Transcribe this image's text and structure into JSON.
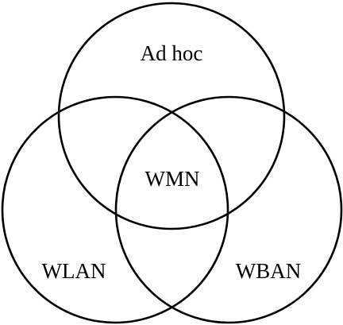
{
  "diagram": {
    "type": "venn",
    "sets": [
      {
        "id": "top",
        "label": "Ad hoc"
      },
      {
        "id": "left",
        "label": "WLAN"
      },
      {
        "id": "right",
        "label": "WBAN"
      }
    ],
    "intersection_label": "WMN",
    "colors": {
      "stroke": "#000000",
      "background": "#ffffff"
    }
  }
}
